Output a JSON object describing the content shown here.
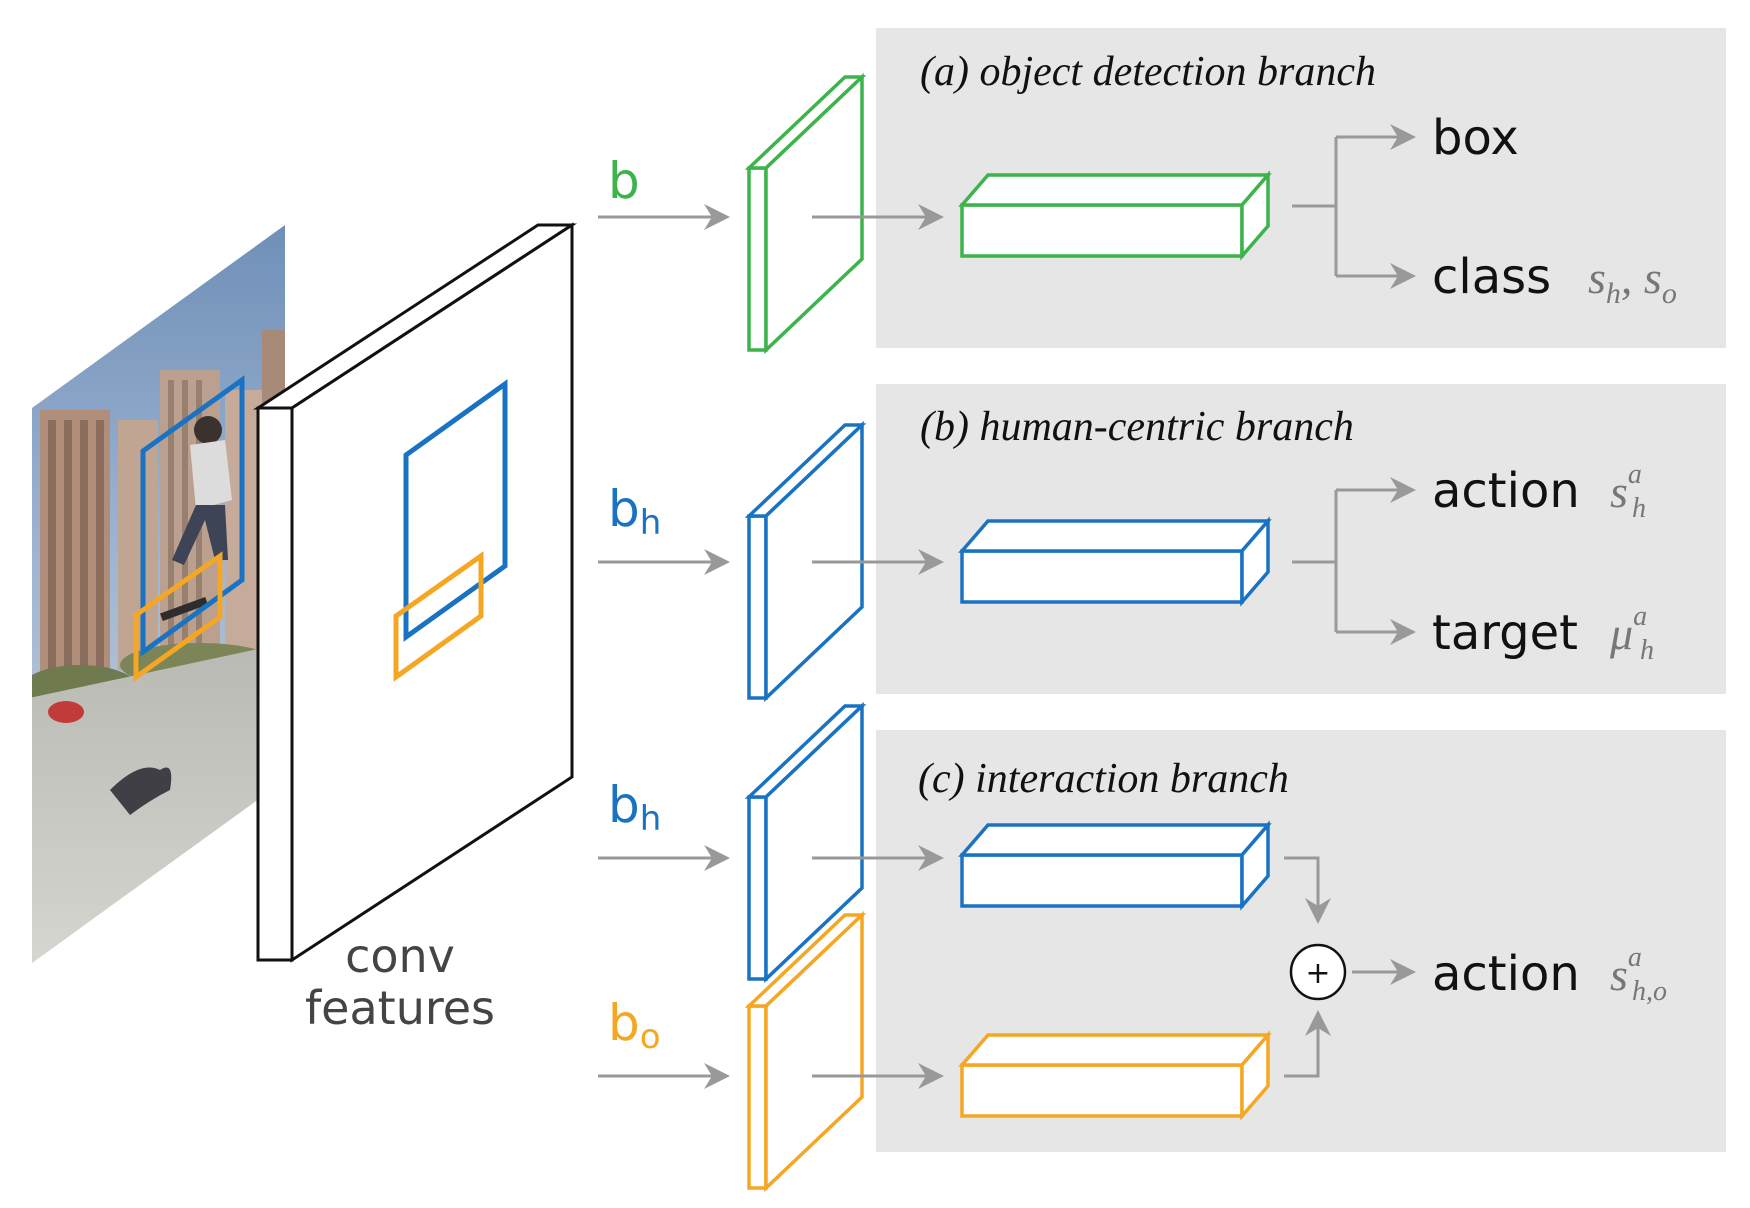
{
  "colors": {
    "panel": "#e6e6e6",
    "arrow": "#999999",
    "green": "#3cb44b",
    "blue": "#1a73c2",
    "orange": "#f5a623",
    "text": "#111111",
    "math": "#777777",
    "conv_label": "#444444"
  },
  "image": {
    "description_icon": "photo-skateboarder"
  },
  "conv": {
    "line1": "conv",
    "line2": "features"
  },
  "inputs": {
    "b": {
      "main": "b",
      "sub": ""
    },
    "bh1": {
      "main": "b",
      "sub": "h"
    },
    "bh2": {
      "main": "b",
      "sub": "h"
    },
    "bo": {
      "main": "b",
      "sub": "o"
    }
  },
  "branches": {
    "a": {
      "title": "(a) object detection branch",
      "out1": "box",
      "out2": "class",
      "math2_a": "s",
      "math2_a_sub": "h",
      "math2_sep": ", ",
      "math2_b": "s",
      "math2_b_sub": "o"
    },
    "b": {
      "title": "(b) human-centric branch",
      "out1": "action",
      "math1": "s",
      "math1_sup": "a",
      "math1_sub": "h",
      "out2": "target",
      "math2": "μ",
      "math2_sup": "a",
      "math2_sub": "h"
    },
    "c": {
      "title": "(c) interaction branch",
      "plus": "+",
      "out1": "action",
      "math1": "s",
      "math1_sup": "a",
      "math1_sub": "h,o"
    }
  }
}
